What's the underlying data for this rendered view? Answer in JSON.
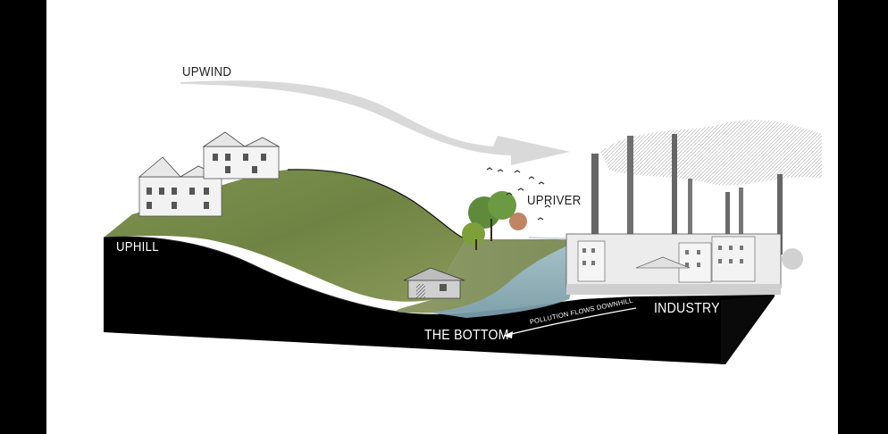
{
  "diagram": {
    "title": "Environmental injustice terrain diagram",
    "labels": {
      "upwind": "UPWIND",
      "upriver": "UPRIVER",
      "uphill": "UPHILL",
      "industry": "INDUSTRY",
      "the_bottom": "THE BOTTOM",
      "pollution_flows": "POLLUTION FLOWS DOWNHILL"
    },
    "elements": {
      "wind_arrow": "wind-arrow-icon",
      "mansions": "victorian-mansions-illustration",
      "shack": "shack-illustration",
      "trees": "trees-illustration",
      "birds": "birds-icon",
      "river": "river-illustration",
      "factory": "factory-smokestacks-illustration",
      "pollution_arrow": "pollution-arrow-icon"
    },
    "colors": {
      "terrain_side": "#000000",
      "grass": "#7a8c4a",
      "grass_dark": "#5e7038",
      "river": "#8fb2c4",
      "wind_arrow": "#d6d6d6",
      "background": "#ffffff",
      "frame": "#000000"
    }
  }
}
